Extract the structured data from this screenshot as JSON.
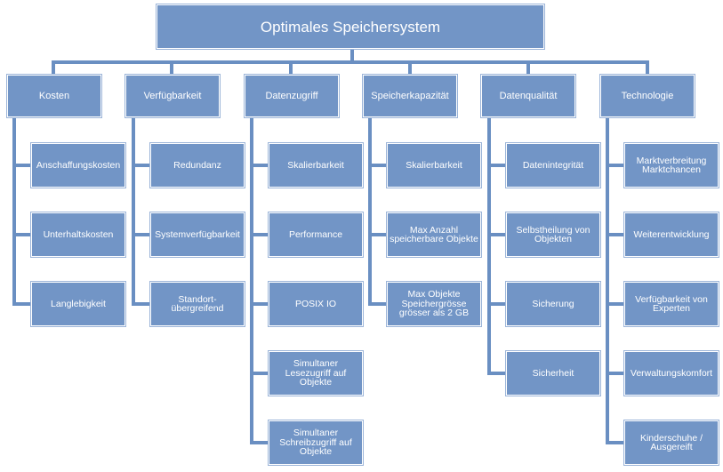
{
  "root": {
    "label": "Optimales Speichersystem"
  },
  "categories": [
    {
      "label": "Kosten",
      "items": [
        "Anschaffungskosten",
        "Unterhaltskosten",
        "Langlebigkeit"
      ]
    },
    {
      "label": "Verfügbarkeit",
      "items": [
        "Redundanz",
        "Systemverfügbarkeit",
        "Standort-übergreifend"
      ]
    },
    {
      "label": "Datenzugriff",
      "items": [
        "Skalierbarkeit",
        "Performance",
        "POSIX IO",
        "Simultaner Lesezugriff auf Objekte",
        "Simultaner Schreibzugriff auf Objekte"
      ]
    },
    {
      "label": "Speicherkapazität",
      "items": [
        "Skalierbarkeit",
        "Max Anzahl speicherbare Objekte",
        "Max Objekte Speichergrösse grösser als 2 GB"
      ]
    },
    {
      "label": "Datenqualität",
      "items": [
        "Datenintegrität",
        "Selbstheilung von Objekten",
        "Sicherung",
        "Sicherheit"
      ]
    },
    {
      "label": "Technologie",
      "items": [
        "Marktverbreitung Marktchancen",
        "Weiterentwicklung",
        "Verfügbarkeit von Experten",
        "Verwaltungskomfort",
        "Kinderschuhe / Ausgereift"
      ]
    }
  ],
  "colors": {
    "box": "#7295c6",
    "line": "#6a8fc2"
  }
}
